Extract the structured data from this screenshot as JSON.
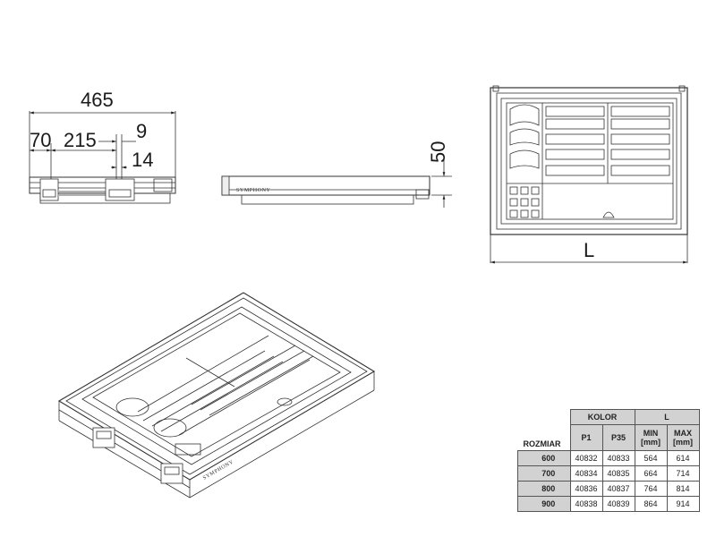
{
  "dimensions": {
    "overall_width": "465",
    "offset_left": "70",
    "offset_mid": "215",
    "gap_small": "9",
    "gap_small2": "14",
    "height": "50",
    "length": "L"
  },
  "brand_label": "SYMPHONY",
  "table": {
    "header_group_color": "KOLOR",
    "header_group_length": "L",
    "header_size": "ROZMIAR",
    "col_p1": "P1",
    "col_p35": "P35",
    "col_min": "MIN [mm]",
    "col_max": "MAX [mm]",
    "rows": [
      {
        "size": "600",
        "p1": "40832",
        "p35": "40833",
        "min": "564",
        "max": "614"
      },
      {
        "size": "700",
        "p1": "40834",
        "p35": "40835",
        "min": "664",
        "max": "714"
      },
      {
        "size": "800",
        "p1": "40836",
        "p35": "40837",
        "min": "764",
        "max": "814"
      },
      {
        "size": "900",
        "p1": "40838",
        "p35": "40839",
        "min": "864",
        "max": "914"
      }
    ]
  }
}
